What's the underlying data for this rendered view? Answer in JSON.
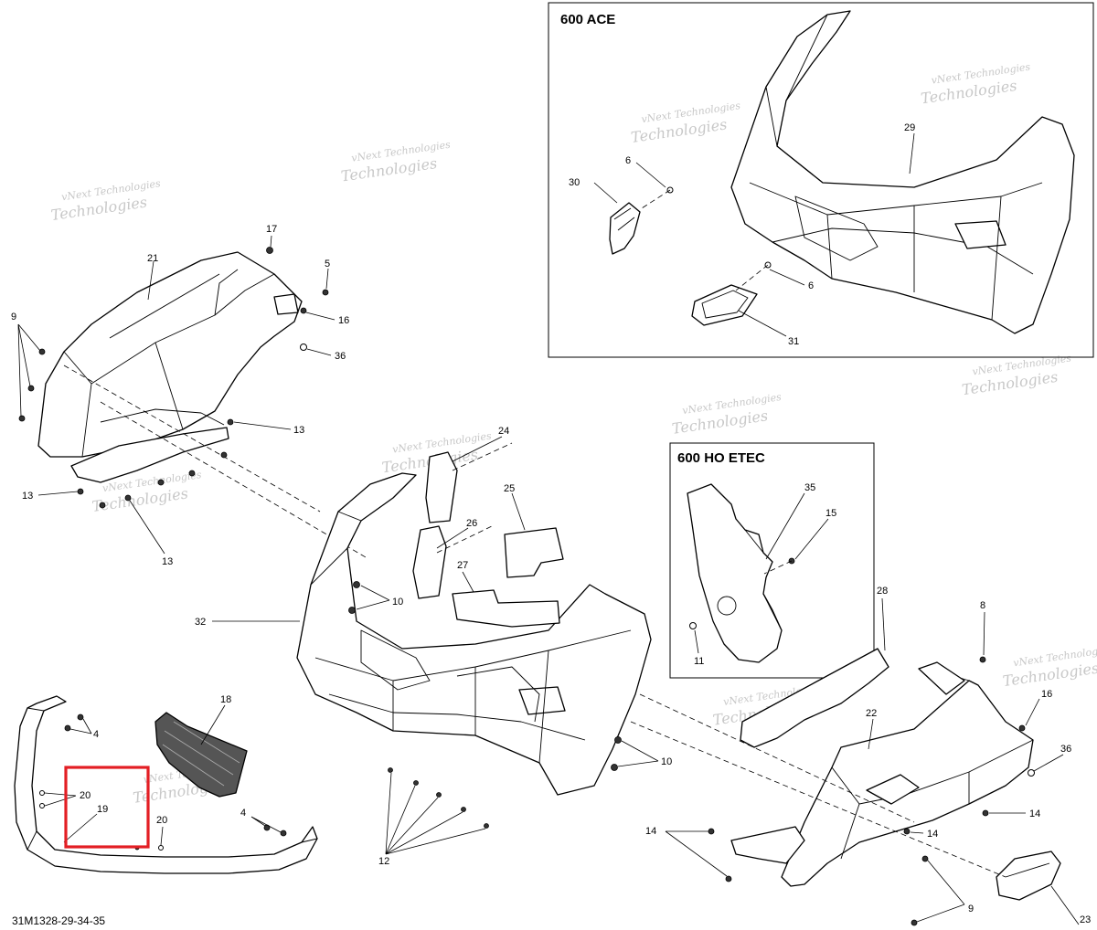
{
  "diagram": {
    "document_id": "31M1328-29-34-35",
    "boxes": {
      "ace": {
        "title": "600 ACE"
      },
      "ho_etec": {
        "title": "600 HO ETEC"
      }
    },
    "watermark": {
      "line1": "vNext Technologies",
      "line2": "Technologies"
    },
    "callouts": {
      "c21": "21",
      "c17": "17",
      "c5": "5",
      "c16a": "16",
      "c36a": "36",
      "c9a": "9",
      "c13a": "13",
      "c13b": "13",
      "c13c": "13",
      "c30": "30",
      "c6a": "6",
      "c29": "29",
      "c6b": "6",
      "c31": "31",
      "c24": "24",
      "c26": "26",
      "c25": "25",
      "c27": "27",
      "c10a": "10",
      "c32": "32",
      "c35": "35",
      "c15": "15",
      "c11": "11",
      "c28": "28",
      "c8": "8",
      "c18": "18",
      "c4a": "4",
      "c20a": "20",
      "c19": "19",
      "c20b": "20",
      "c4b": "4",
      "c10b": "10",
      "c12": "12",
      "c22": "22",
      "c16b": "16",
      "c36b": "36",
      "c14a": "14",
      "c14b": "14",
      "c14c": "14",
      "c9b": "9",
      "c23": "23"
    },
    "highlight": {
      "color": "#e31e24"
    }
  }
}
